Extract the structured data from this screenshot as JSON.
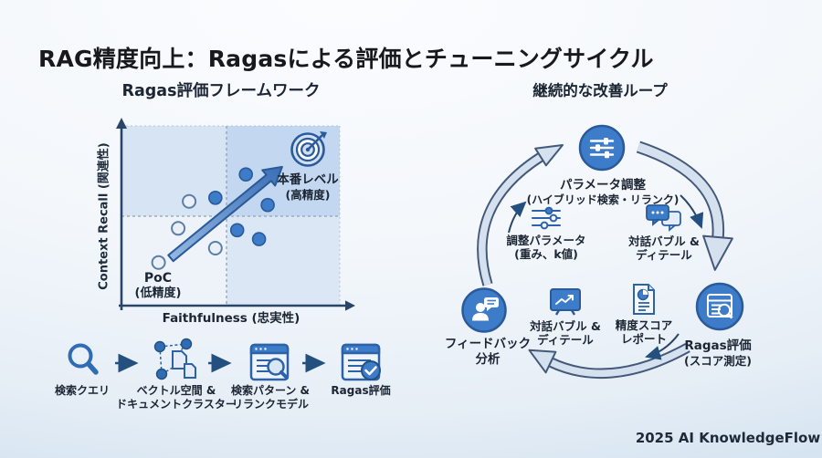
{
  "page": {
    "title": "RAG精度向上：Ragasによる評価とチューニングサイクル",
    "footer": "2025 AI KnowledgeFlow",
    "colors": {
      "accent_blue": "#3d7cc9",
      "dark_blue": "#2a5a9a",
      "arrow_outline": "#44597a",
      "arrow_fill": "#d6e1ef",
      "quadrant_top_left": "#d7e4f4",
      "quadrant_top_right": "#c3d8f0",
      "quadrant_bottom_left": "#eef3fa",
      "quadrant_bottom_right": "#dbe7f5"
    }
  },
  "framework": {
    "title": "Ragas評価フレームワーク",
    "x_axis_label": "Faithfulness (忠実性)",
    "y_axis_label": "Context Recall (関連性)",
    "poc": {
      "label": "PoC",
      "sub": "(低精度)"
    },
    "goal": {
      "label": "本番レベル",
      "sub": "(高精度)",
      "icon": "target-icon"
    }
  },
  "chart_data": {
    "type": "scatter",
    "title": "Ragas評価フレームワーク",
    "xlabel": "Faithfulness (忠実性)",
    "ylabel": "Context Recall (関連性)",
    "xlim": [
      0,
      1
    ],
    "ylim": [
      0,
      1
    ],
    "grid": false,
    "quadrant_split": {
      "x": 0.48,
      "y": 0.5
    },
    "series": [
      {
        "name": "PoC (低精度)",
        "style": "open",
        "points": [
          [
            0.17,
            0.24
          ],
          [
            0.26,
            0.43
          ],
          [
            0.31,
            0.58
          ],
          [
            0.43,
            0.32
          ]
        ]
      },
      {
        "name": "本番レベル (高精度)",
        "style": "filled",
        "points": [
          [
            0.43,
            0.6
          ],
          [
            0.53,
            0.42
          ],
          [
            0.57,
            0.73
          ],
          [
            0.63,
            0.37
          ],
          [
            0.67,
            0.56
          ]
        ]
      }
    ],
    "annotations": [
      "PoC (低精度)",
      "本番レベル (高精度)"
    ],
    "trend_arrow": {
      "from": [
        0.226,
        0.264
      ],
      "to": [
        0.736,
        0.772
      ]
    }
  },
  "loop": {
    "title": "継続的な改善ループ",
    "nodes": [
      {
        "id": "tune",
        "label": "パラメータ調整",
        "sub": "(ハイブリッド検索・リランク)",
        "icon": "sliders-icon"
      },
      {
        "id": "evaluate",
        "label": "Ragas評価",
        "sub": "(スコア測定)",
        "icon": "browser-search-icon"
      },
      {
        "id": "feedback",
        "label": "フィードバック",
        "sub": "分析",
        "icon": "person-chat-icon"
      }
    ],
    "details": [
      {
        "label": "調整パラメータ",
        "sub": "(重み、k値)",
        "icon": "sliders-outline-icon"
      },
      {
        "label": "対話バブル &",
        "sub": "ディテール",
        "icon": "chat-bubbles-icon"
      },
      {
        "label": "対話バブル &",
        "sub": "ディテール",
        "icon": "monitor-chart-icon"
      },
      {
        "label": "精度スコア",
        "sub": "レポート",
        "icon": "report-icon"
      }
    ]
  },
  "pipeline": {
    "steps": [
      {
        "label": "検索クエリ",
        "sub": "",
        "icon": "search-icon"
      },
      {
        "label": "ベクトル空間 &",
        "sub": "ドキュメントクラスター",
        "icon": "vector-cluster-icon"
      },
      {
        "label": "検索パターン &",
        "sub": "リランクモデル",
        "icon": "browser-search-icon"
      },
      {
        "label": "Ragas評価",
        "sub": "",
        "icon": "browser-check-icon"
      }
    ]
  }
}
